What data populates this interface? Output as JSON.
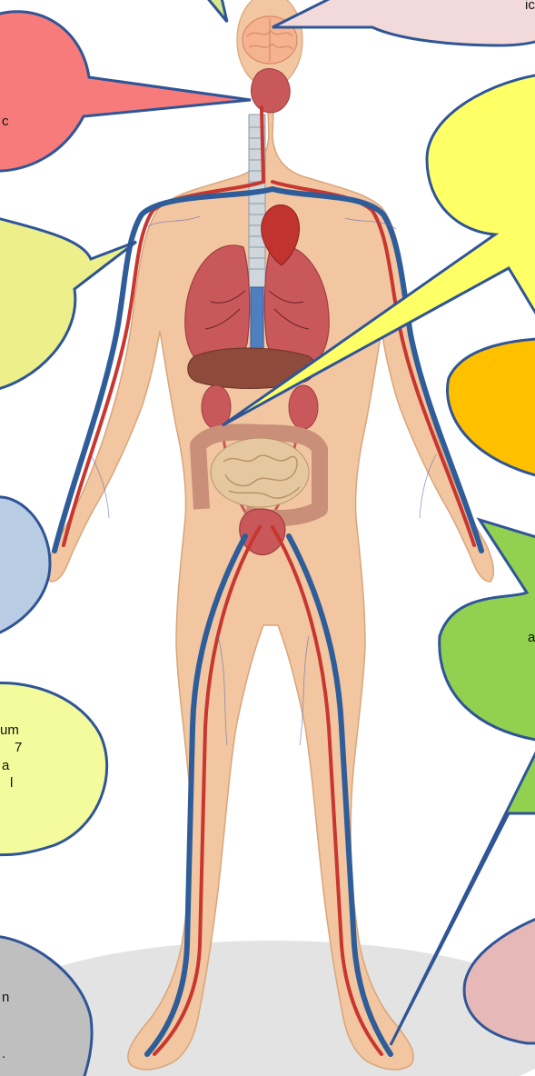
{
  "colors": {
    "background": "#ffffff",
    "floor_shadow": "#e3e3e3",
    "skin": "#f1c6a0",
    "skin_outline": "#d9a57b",
    "artery": "#c8362f",
    "vein": "#2e5d9a",
    "organ_red": "#c9585b",
    "intestine": "#e6c8a0",
    "colon": "#c98f78",
    "brain": "#f6b38f",
    "bubble_outline": "#2f5597",
    "bubble_pink_top": "#f2dada",
    "bubble_green_top": "#d5e88a",
    "bubble_red": "#f77b7b",
    "bubble_yellow": "#ffff66",
    "bubble_lightyellow": "#edf08a",
    "bubble_orange": "#ffc000",
    "bubble_blue": "#b8cce4",
    "bubble_green": "#92d050",
    "bubble_paleyellow": "#f4fb9c",
    "bubble_grey": "#bfbfbf",
    "bubble_pink": "#e6b8b8"
  },
  "labels": {
    "top_right": "ic",
    "red_bubble": "c",
    "green_bubble": "a",
    "pale_bubble_line1": "um",
    "pale_bubble_line2": "7",
    "pale_bubble_line3": "a",
    "pale_bubble_line4": "l",
    "grey_bubble_line1": "n",
    "grey_bubble_line2": "."
  },
  "icons": {
    "figure": "human-circulatory-system-illustration",
    "brain": "brain-icon",
    "heart": "heart-icon",
    "lungs": "lungs-icon",
    "kidneys": "kidney-icon",
    "intestines": "intestine-icon",
    "bladder": "bladder-icon"
  }
}
